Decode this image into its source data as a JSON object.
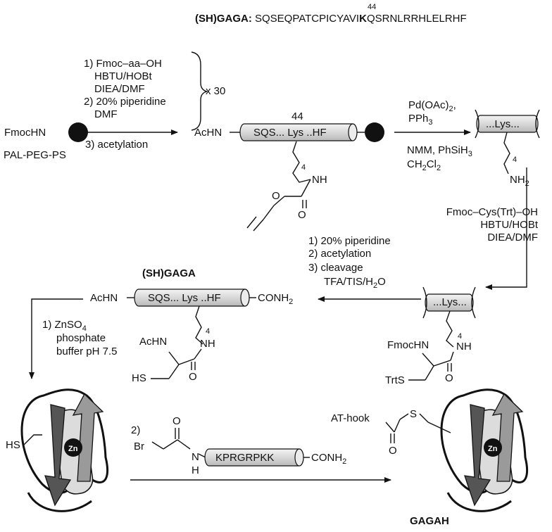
{
  "sequence": {
    "position_label": "44",
    "name": "(SH)GAGA:",
    "prefix": "SQSEQPATCPICYAVI",
    "highlight": "K",
    "suffix": "QSRNLRRHLELRHF"
  },
  "step1": {
    "start_label": "FmocHN",
    "resin_label": "PAL-PEG-PS",
    "cond1": "1) Fmoc–aa–OH",
    "cond2": "HBTU/HOBt",
    "cond3": "DIEA/DMF",
    "cond4": "2) 20% piperidine",
    "cond5": "DMF",
    "repeat": "x 30",
    "cond6": "3) acetylation"
  },
  "peptide1": {
    "nterm": "AcHN",
    "barrel": "SQS... Lys ..HF",
    "pos": "44",
    "chain_n": "4",
    "nh": "NH",
    "o": "O"
  },
  "step2": {
    "cond1": "Pd(OAc)",
    "cond1_sub": "2",
    "cond1_tail": ",",
    "cond2": "PPh",
    "cond2_sub": "3",
    "cond3": "NMM, PhSiH",
    "cond3_sub": "3",
    "cond4": "CH",
    "cond4_sub1": "2",
    "cond4_mid": "Cl",
    "cond4_sub2": "2"
  },
  "peptide2": {
    "barrel": "...Lys...",
    "chain_n": "4",
    "nh2": "NH",
    "nh2_sub": "2"
  },
  "step3": {
    "cond1": "Fmoc–Cys(Trt)–OH",
    "cond2": "HBTU/HOBt",
    "cond3": "DIEA/DMF"
  },
  "peptide3": {
    "barrel": "...Lys...",
    "chain_n": "4",
    "fmochn": "FmocHN",
    "nh": "NH",
    "trts": "TrtS",
    "o": "O"
  },
  "step4": {
    "cond1": "1) 20% piperidine",
    "cond2": "2) acetylation",
    "cond3": "3) cleavage",
    "cond4": "TFA/TIS/H",
    "cond4_sub": "2",
    "cond4_tail": "O"
  },
  "peptide4": {
    "title": "(SH)GAGA",
    "nterm": "AcHN",
    "barrel": "SQS... Lys ..HF",
    "cterm": "CONH",
    "cterm_sub": "2",
    "chain_n": "4",
    "achn": "AcHN",
    "nh": "NH",
    "hs": "HS",
    "o": "O"
  },
  "step5": {
    "cond1": "1) ZnSO",
    "cond1_sub": "4",
    "cond2": "phosphate",
    "cond3": "buffer pH 7.5"
  },
  "step6": {
    "num": "2)",
    "br": "Br",
    "o": "O",
    "n": "N",
    "h": "H",
    "barrel": "KPRGRPKK",
    "cterm": "CONH",
    "cterm_sub": "2"
  },
  "protein": {
    "hs": "HS",
    "zn": "Zn",
    "athook": "AT-hook",
    "o": "O",
    "s": "S",
    "product": "GAGAH"
  }
}
